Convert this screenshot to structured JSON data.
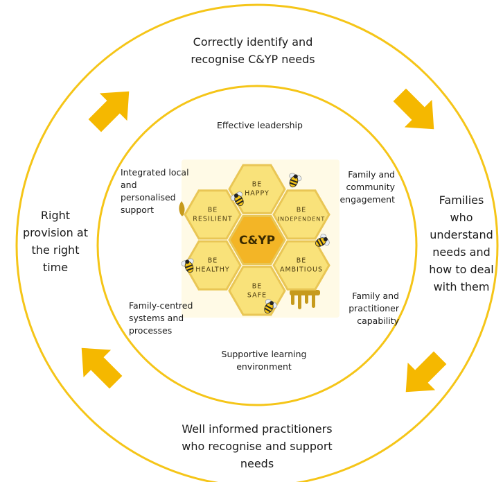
{
  "colors": {
    "ring": "#F5C518",
    "arrow": "#F5B800",
    "honey": "#F9E27A",
    "honey_center": "#F3B526",
    "hex_border": "#E9C655",
    "drip": "#C69A1C"
  },
  "outer_ring": {
    "top": "Correctly identify and recognise C&YP needs",
    "right": [
      "Families",
      "who",
      "understand",
      "needs and",
      "how to deal",
      "with them"
    ],
    "bottom": [
      "Well informed practitioners",
      "who recognise and support",
      "needs"
    ],
    "left": [
      "Right",
      "provision at",
      "the right",
      "time"
    ]
  },
  "inner_ring": {
    "top": "Effective leadership",
    "top_left": [
      "Integrated local",
      "and",
      "personalised",
      "support"
    ],
    "top_right": [
      "Family and",
      "community",
      "engagement"
    ],
    "bottom_left": [
      "Family-centred",
      "systems and",
      "processes"
    ],
    "bottom_right": [
      "Family and",
      "practitioner",
      "capability"
    ],
    "bottom": [
      "Supportive learning",
      "environment"
    ]
  },
  "honeycomb": {
    "center": "C&YP",
    "cells": [
      {
        "line1": "BE",
        "line2": "HAPPY"
      },
      {
        "line1": "BE",
        "line2": "INDEPENDENT"
      },
      {
        "line1": "BE",
        "line2": "AMBITIOUS"
      },
      {
        "line1": "BE",
        "line2": "SAFE"
      },
      {
        "line1": "BE",
        "line2": "HEALTHY"
      },
      {
        "line1": "BE",
        "line2": "RESILIENT"
      }
    ]
  },
  "icons": {
    "arrows": [
      "arrow-top-left-icon",
      "arrow-top-right-icon",
      "arrow-bottom-right-icon",
      "arrow-bottom-left-icon"
    ],
    "bees": [
      "bee-icon"
    ]
  }
}
